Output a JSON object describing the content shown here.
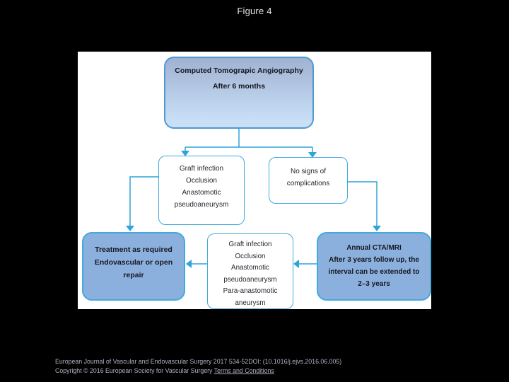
{
  "figure_title": "Figure 4",
  "diagram": {
    "top_box": {
      "title": "Computed Tomograpic Angiography",
      "subtitle": "After 6 months"
    },
    "findings_box": {
      "lines": [
        "Graft infection",
        "Occlusion",
        "Anastomotic",
        "pseudoaneurysm"
      ]
    },
    "no_complications_box": {
      "lines": [
        "No signs of",
        "complications"
      ]
    },
    "treatment_box": {
      "lines": [
        "Treatment as required",
        "Endovascular or open repair"
      ]
    },
    "late_findings_box": {
      "lines": [
        "Graft infection",
        "Occlusion",
        "Anastomotic",
        "pseudoaneurysm",
        "Para-anastomotic",
        "aneurysm"
      ]
    },
    "annual_box": {
      "lines": [
        "Annual CTA/MRI",
        "After 3 years follow up, the",
        "interval can be extended to",
        "2–3 years"
      ]
    }
  },
  "footer": {
    "citation": "European Journal of Vascular and Endovascular Surgery 2017 534-52DOI: (10.1016/j.ejvs.2016.06.005)",
    "copyright": "Copyright © 2016 European Society for Vascular Surgery ",
    "terms_link": "Terms and Conditions"
  },
  "colors": {
    "background": "#000000",
    "panel": "#ffffff",
    "connector": "#2fa3da",
    "node_fill": "#8bb0dd",
    "node_border": "#41aadc",
    "gradient_top": "#9fb2d2",
    "gradient_bottom": "#c9dff6",
    "footer_text": "#b0b2c2"
  }
}
